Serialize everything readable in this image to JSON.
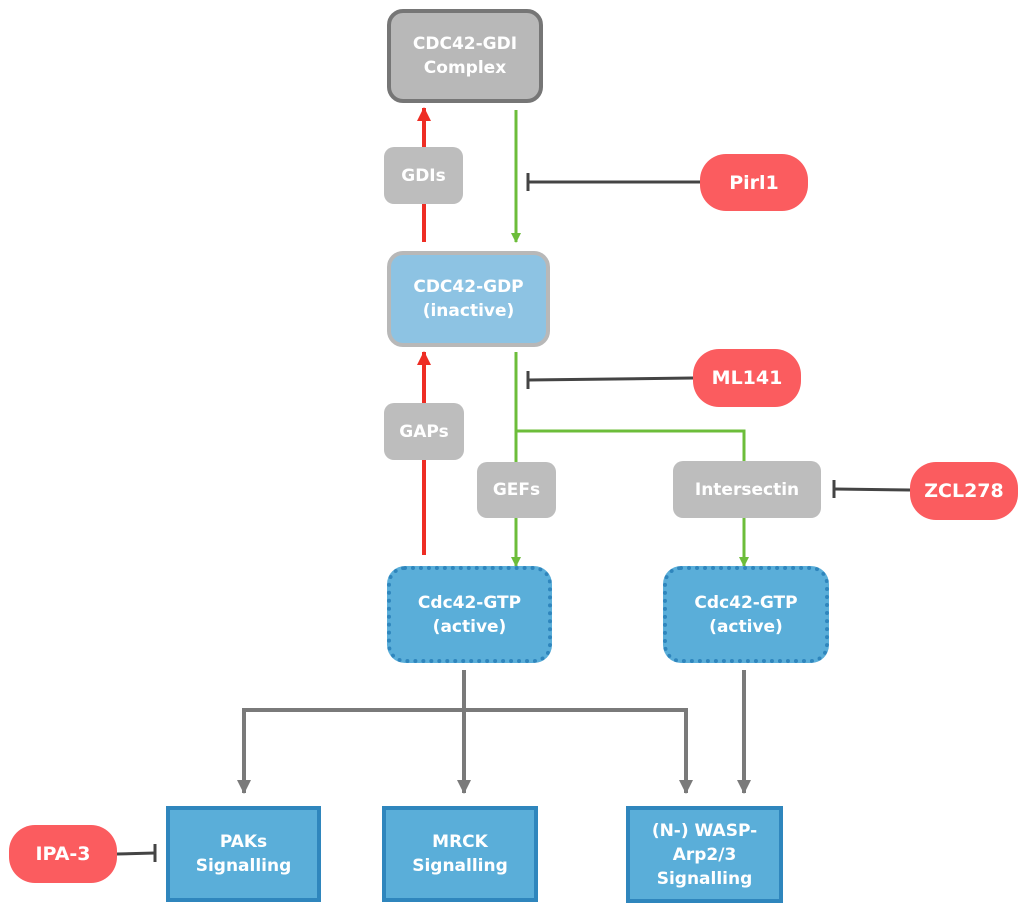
{
  "nodes": {
    "gdi_complex": "CDC42-GDI\nComplex",
    "gdis": "GDIs",
    "pirl1": "Pirl1",
    "gdp": "CDC42-GDP\n(inactive)",
    "ml141": "ML141",
    "gaps": "GAPs",
    "gefs": "GEFs",
    "intersectin": "Intersectin",
    "zcl278": "ZCL278",
    "gtp_left": "Cdc42-GTP\n(active)",
    "gtp_right": "Cdc42-GTP\n(active)",
    "ipa3": "IPA-3",
    "paks": "PAKs\nSignalling",
    "mrck": "MRCK\nSignalling",
    "wasp": "(N-) WASP-\nArp2/3\nSignalling"
  },
  "colors": {
    "activation_arrow": "#6cbd3a",
    "inactivation_arrow": "#ee2d24",
    "signal_arrow": "#7a7a7a",
    "inhibition_line": "#444444",
    "inhibitor_fill": "#fb5c5f",
    "active_fill": "#5aaed9",
    "inactive_fill": "#8dc3e3",
    "complex_fill": "#b8b8b8"
  }
}
